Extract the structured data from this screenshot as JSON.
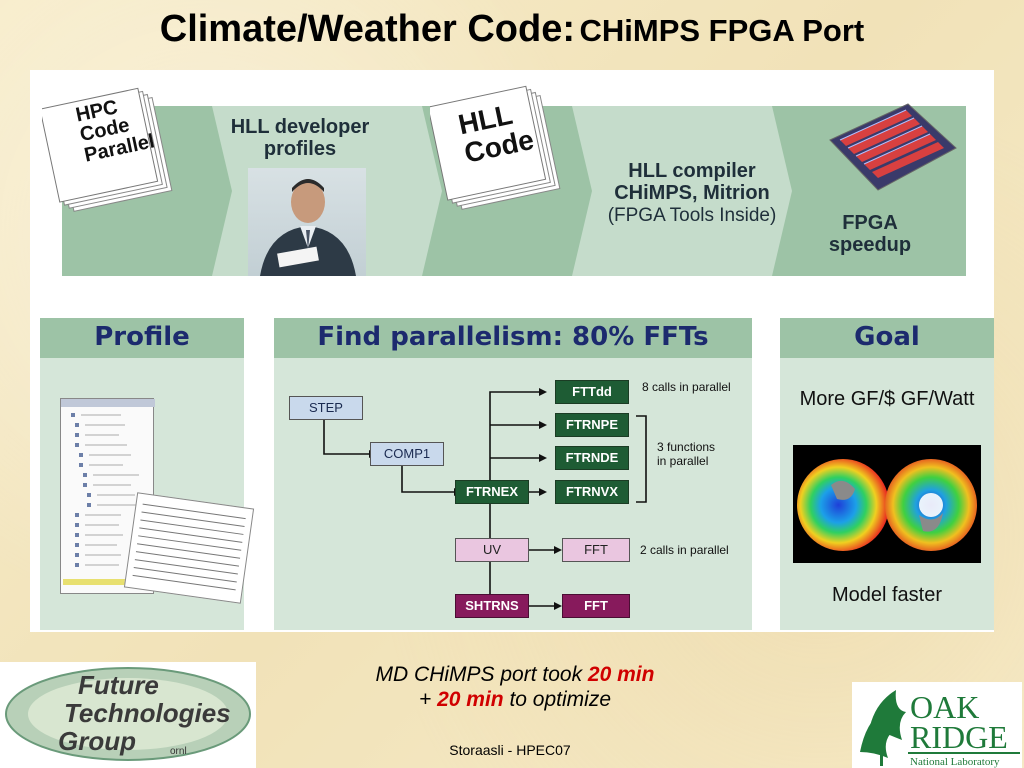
{
  "title": {
    "main": "Climate/Weather Code:",
    "sub": "CHiMPS FPGA Port"
  },
  "flow": {
    "hpc_doc": [
      "HPC",
      "Code",
      "Parallel"
    ],
    "developer": [
      "HLL  developer",
      "profiles"
    ],
    "hll_doc": [
      "HLL",
      "Code"
    ],
    "compiler": [
      "HLL compiler",
      "CHiMPS, Mitrion",
      "(FPGA Tools Inside)"
    ],
    "result": [
      "FPGA",
      "speedup"
    ]
  },
  "columns": {
    "profile": "Profile",
    "parallelism": "Find parallelism: 80% FFTs",
    "goal": "Goal"
  },
  "diagram": {
    "nodes": {
      "step": "STEP",
      "comp1": "COMP1",
      "ftrnex": "FTRNEX",
      "fttdd": "FTTdd",
      "ftrnpe": "FTRNPE",
      "ftrnde": "FTRNDE",
      "ftrnvx": "FTRNVX",
      "uv": "UV",
      "fft1": "FFT",
      "shtrns": "SHTRNS",
      "fft2": "FFT"
    },
    "notes": {
      "parallel8": "8 calls in parallel",
      "functions3": [
        "3 functions",
        "in parallel"
      ],
      "calls2": "2 calls in parallel"
    }
  },
  "goal": {
    "line1": "More GF/$ GF/Watt",
    "line2": "Model faster"
  },
  "footer": {
    "line1_a": "MD CHiMPS port took ",
    "line1_b": "20 min",
    "line2_a": "+ ",
    "line2_b": "20 min",
    "line2_c": " to optimize",
    "author": "Storaasli  - HPEC07"
  },
  "logos": {
    "ftg": [
      "Future",
      "Technologies",
      "Group",
      "ornl"
    ],
    "ornl": [
      "OAK",
      "RIDGE",
      "National Laboratory"
    ]
  },
  "colors": {
    "band": "#c5dccb",
    "chevron": "#9dc3a6",
    "column_head_text": "#1c2a6e",
    "highlight": "#d00000",
    "green_node": "#1e5c34",
    "purple_node": "#871a5c",
    "pink_node": "#eac6e0",
    "blue_node": "#c9d9ec"
  },
  "icons": [
    "paper-stack-icon",
    "developer-photo",
    "fpga-chip-icon",
    "globe-map-icon",
    "profile-screenshot",
    "oak-leaf-icon"
  ]
}
